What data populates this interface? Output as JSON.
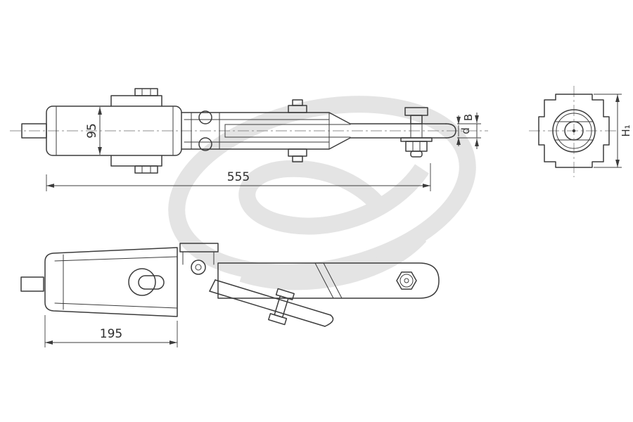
{
  "drawing": {
    "colors": {
      "line": "#3c3c3c",
      "centerline": "#8f8f8f",
      "watermark": "#e4e4e4",
      "background": "#ffffff"
    },
    "dimensions": {
      "body_height": "95",
      "overall_length": "555",
      "housing_length": "195",
      "bar_width": "B",
      "rod_diameter": "d",
      "section_height": "H₁"
    }
  }
}
